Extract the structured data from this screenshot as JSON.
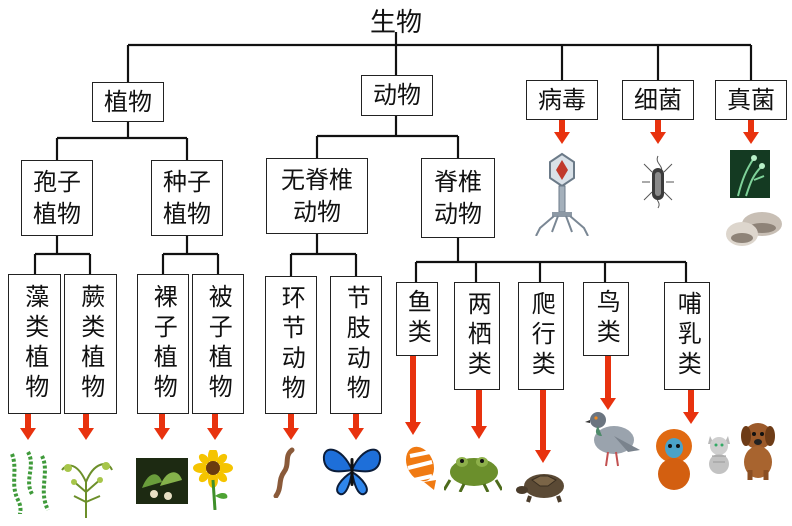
{
  "title": "生物",
  "kingdoms": {
    "plants": "植物",
    "animals": "动物",
    "virus": "病毒",
    "bacteria": "细菌",
    "fungi": "真菌"
  },
  "plant_groups": {
    "spore": "孢子\n植物",
    "seed": "种子\n植物"
  },
  "animal_groups": {
    "invertebrate": "无脊椎\n动物",
    "vertebrate": "脊椎\n动物"
  },
  "subgroups": {
    "algae": "藻类植物",
    "fern": "蕨类植物",
    "gymnosperm": "裸子植物",
    "angiosperm": "被子植物",
    "annelid": "环节动物",
    "arthropod": "节肢动物",
    "fish": "鱼类",
    "amphibian": "两栖类",
    "reptile": "爬行类",
    "bird": "鸟类",
    "mammal": "哺乳类"
  },
  "colors": {
    "arrow": "#e8320e",
    "line": "#111111"
  },
  "icons": [
    "algae-image",
    "fern-image",
    "ginkgo-image",
    "sunflower-image",
    "earthworm-image",
    "butterfly-image",
    "clownfish-image",
    "frog-image",
    "turtle-image",
    "pigeon-image",
    "monkey-image",
    "cat-image",
    "dog-image",
    "bacteriophage-image",
    "bacterium-image",
    "mold-image",
    "mushroom-image"
  ]
}
